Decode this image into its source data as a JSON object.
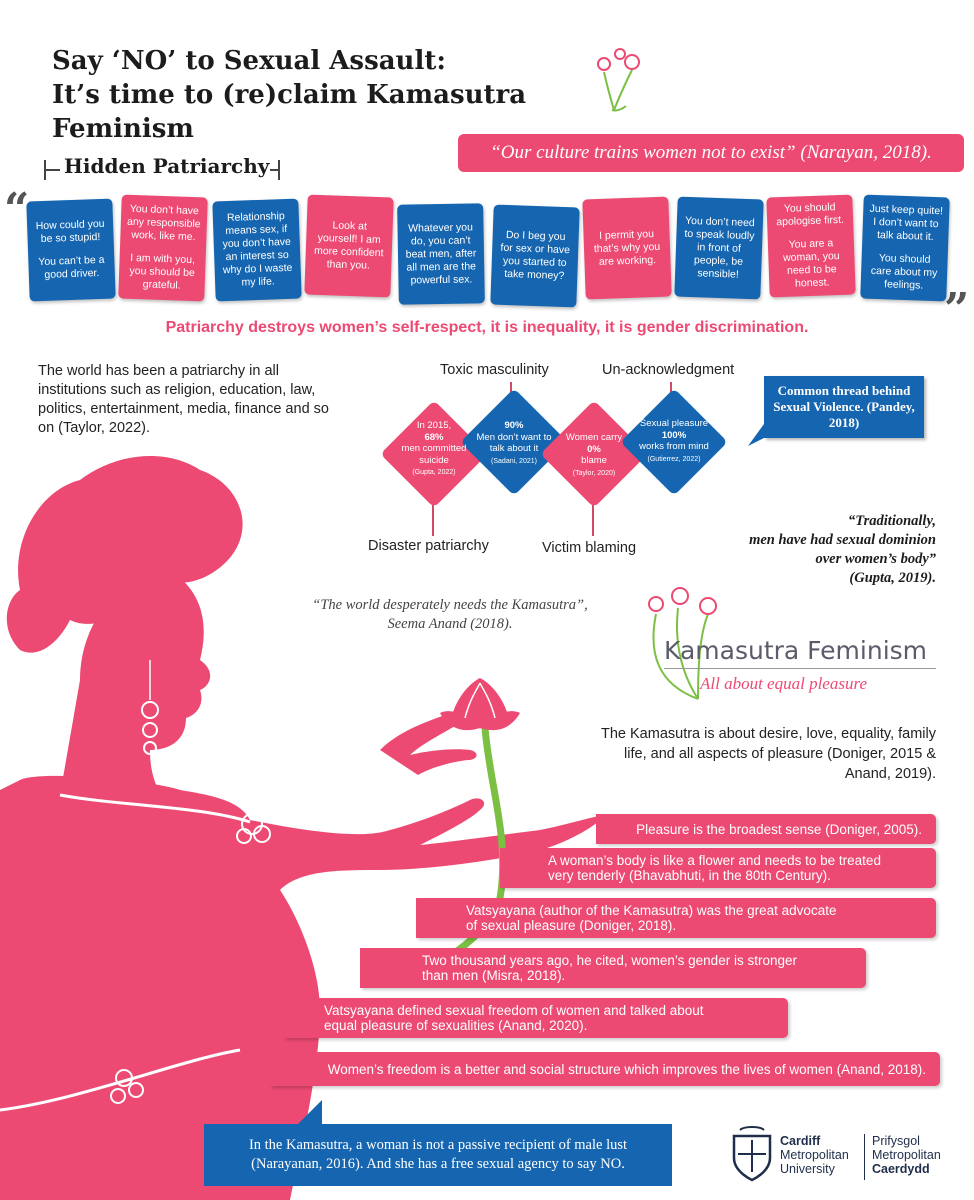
{
  "title": {
    "line1": "Say ‘NO’ to Sexual Assault:",
    "line2": "It’s time to (re)claim Kamasutra Feminism"
  },
  "quote_banner": "“Our culture trains women not to exist” (Narayan, 2018).",
  "hidden_patriarchy": {
    "heading": "Hidden Patriarchy",
    "open_quote": "“",
    "close_quote": "”",
    "cards": [
      {
        "color": "blue",
        "a": "How could you be so stupid!",
        "b": "You can’t be a good driver."
      },
      {
        "color": "pink",
        "a": "You don’t have any responsible work, like me.",
        "b": "I am with you, you should be grateful."
      },
      {
        "color": "blue",
        "a": "Relationship means sex, if you don’t have an interest so why do I waste my life.",
        "b": ""
      },
      {
        "color": "pink",
        "a": "Look at yourself! I am more confident than you.",
        "b": ""
      },
      {
        "color": "blue",
        "a": "Whatever you do, you can’t beat men, after all men are the powerful sex.",
        "b": ""
      },
      {
        "color": "blue",
        "a": "Do I beg you for sex or have you started to take money?",
        "b": ""
      },
      {
        "color": "pink",
        "a": "I permit you that’s why you are working.",
        "b": ""
      },
      {
        "color": "blue",
        "a": "You don’t need to speak loudly in front of people, be sensible!",
        "b": ""
      },
      {
        "color": "pink",
        "a": "You should apologise first.",
        "b": "You are a woman, you need to be honest."
      },
      {
        "color": "blue",
        "a": "Just keep quite! I don’t want to talk about it.",
        "b": "You should care about my feelings."
      }
    ],
    "note": "Patriarchy destroys women’s self-respect, it is inequality, it is gender discrimination."
  },
  "world_text": "The world has been a patriarchy in all institutions such as religion, education, law, politics, entertainment, media, finance and so on (Taylor, 2022).",
  "chain": {
    "label_top_1": "Toxic masculinity",
    "label_top_2": "Un-acknowledgment",
    "label_bottom_1": "Disaster patriarchy",
    "label_bottom_2": "Victim blaming",
    "items": [
      {
        "color": "pink",
        "pre": "In 2015,",
        "stat": "68%",
        "post": "men committed suicide",
        "cite": "(Gupta, 2022)"
      },
      {
        "color": "blue",
        "pre": "",
        "stat": "90%",
        "post": "Men don’t want to talk about it",
        "cite": "(Sadani, 2021)"
      },
      {
        "color": "pink",
        "pre": "Women carry",
        "stat": "0%",
        "post": "blame",
        "cite": "(Taylor, 2020)"
      },
      {
        "color": "blue",
        "pre": "Sexual pleasure",
        "stat": "100%",
        "post": "works from mind",
        "cite": "(Gutierrez, 2022)"
      }
    ]
  },
  "thread_box": "Common thread behind Sexual Violence. (Pandey, 2018)",
  "trad_quote": {
    "l1": "“Traditionally,",
    "l2": "men have had sexual dominion",
    "l3": "over women’s body”",
    "l4": "(Gupta, 2019)."
  },
  "needs_quote": {
    "l1": "“The world desperately needs the Kamasutra”,",
    "l2": "Seema Anand (2018)."
  },
  "kamasutra": {
    "title": "Kamasutra Feminism",
    "subtitle": "All about equal pleasure",
    "desc": "The Kamasutra is about desire, love, equality, family life, and all aspects of pleasure (Doniger, 2015 & Anand, 2019)."
  },
  "ribbons": [
    {
      "l1": "Pleasure is the broadest sense (Doniger, 2005).",
      "l2": ""
    },
    {
      "l1": "A woman’s body is like a flower and needs to be treated",
      "l2": "very tenderly (Bhavabhuti, in the 80th Century)."
    },
    {
      "l1": "Vatsyayana (author of the Kamasutra) was the great advocate",
      "l2": "of sexual pleasure (Doniger, 2018)."
    },
    {
      "l1": "Two thousand years ago, he cited, women’s gender is stronger",
      "l2": "than men (Misra, 2018)."
    },
    {
      "l1": "Vatsyayana defined sexual freedom of women and talked about",
      "l2": "equal pleasure of sexualities (Anand, 2020)."
    },
    {
      "l1": "Women’s freedom is a better and social structure which improves the lives of women (Anand, 2018).",
      "l2": ""
    }
  ],
  "bottom_box": "In the Kamasutra, a woman is not a passive recipient of male lust (Narayanan, 2016). And she has a free sexual agency to say NO.",
  "university": {
    "en1": "Cardiff",
    "en2": "Metropolitan",
    "en3": "University",
    "cy1": "Prifysgol",
    "cy2": "Metropolitan",
    "cy3": "Caerdydd"
  },
  "colors": {
    "pink": "#ec4a73",
    "blue": "#1565b0",
    "green": "#7bc043"
  }
}
